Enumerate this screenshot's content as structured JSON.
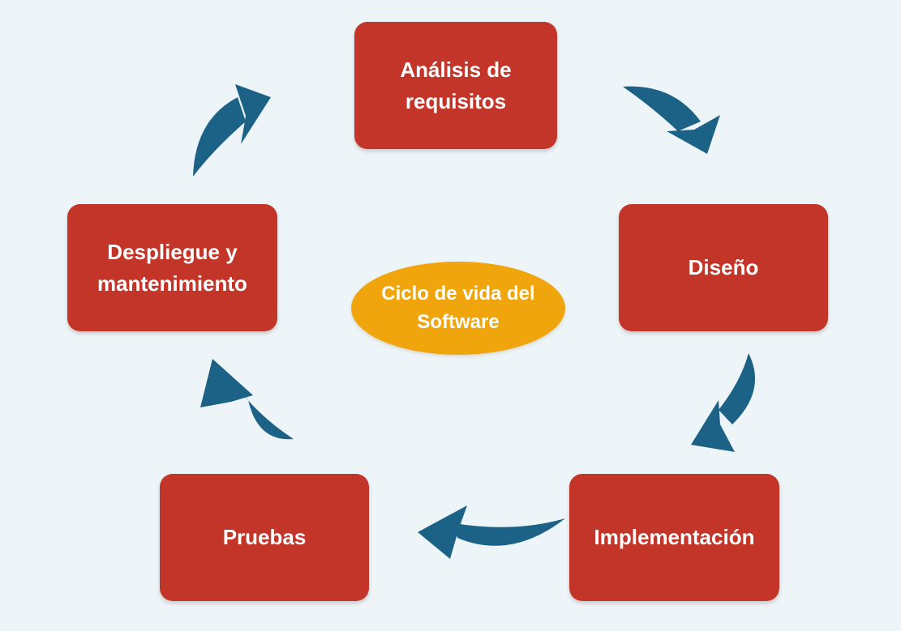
{
  "diagram": {
    "type": "cycle",
    "center_title": "Ciclo de vida del Software",
    "stages": [
      {
        "id": "analisis",
        "label": "Análisis de requisitos",
        "position": "top"
      },
      {
        "id": "diseno",
        "label": "Diseño",
        "position": "right"
      },
      {
        "id": "implementacion",
        "label": "Implementación",
        "position": "bottom-right"
      },
      {
        "id": "pruebas",
        "label": "Pruebas",
        "position": "bottom-left"
      },
      {
        "id": "despliegue",
        "label": "Despliegue y mantenimiento",
        "position": "left"
      }
    ],
    "flow": [
      {
        "from": "analisis",
        "to": "diseno"
      },
      {
        "from": "diseno",
        "to": "implementacion"
      },
      {
        "from": "implementacion",
        "to": "pruebas"
      },
      {
        "from": "pruebas",
        "to": "despliegue"
      },
      {
        "from": "despliegue",
        "to": "analisis"
      }
    ]
  },
  "colors": {
    "bg": "#edf5f9",
    "box": "#c33529",
    "center": "#f0a50d",
    "arrow": "#1c6286",
    "text": "#ffffff"
  }
}
